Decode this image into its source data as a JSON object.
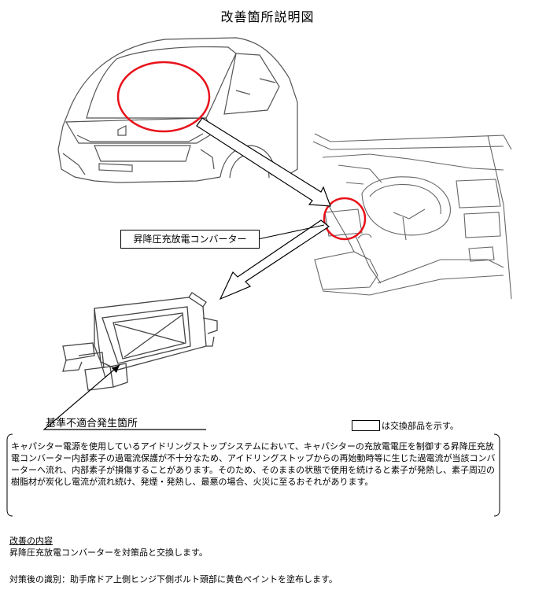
{
  "title": "改善箇所説明図",
  "part_label": "昇降圧充放電コンバーター",
  "defect_label": "基準不適合発生箇所",
  "legend_text": "は交換部品を示す。",
  "description": "キャパシター電源を使用しているアイドリングストップシステムにおいて、キャパシターの充放電電圧を制御する昇降圧充放電コンバーター内部素子の過電流保護が不十分なため、アイドリングストップからの再始動時等に生じた過電流が当該コンバーターへ流れ、内部素子が損傷することがあります。そのため、そのままの状態で使用を続けると素子が発熱し、素子周辺の樹脂材が炭化し電流が流れ続け、発煙・発熱し、最悪の場合、火災に至るおそれがあります。",
  "improvement_heading": "改善の内容",
  "improvement_body": "昇降圧充放電コンバーターを対策品と交換します。",
  "identification": "対策後の識別：助手席ドア上側ヒンジ下側ボルト頭部に黄色ペイントを塗布します。",
  "colors": {
    "highlight_circle": "#e8111a",
    "line_art": "#444444"
  }
}
